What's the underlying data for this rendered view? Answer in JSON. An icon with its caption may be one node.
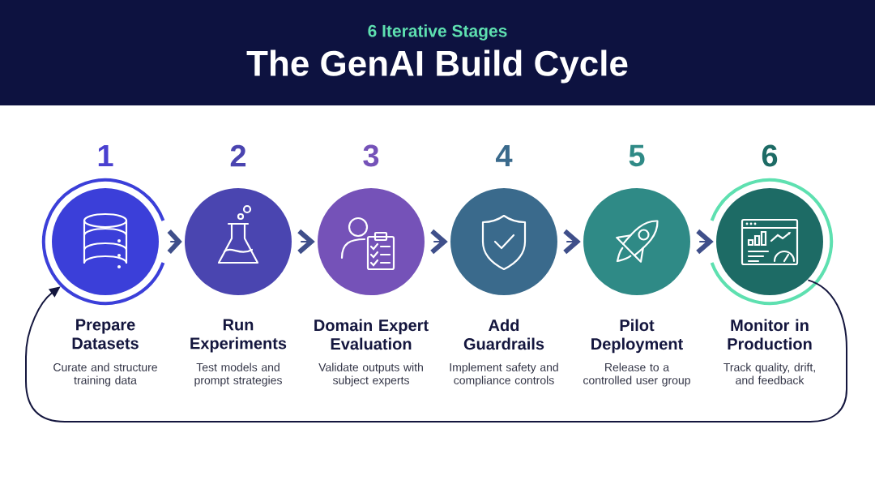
{
  "diagram": {
    "title": "The GenAI Build Cycle",
    "nodes": [
      {
        "text": [
          "1",
          "Prepare Datasets",
          "Curate and structure training data"
        ]
      },
      {
        "text": [
          "2",
          "Run Experiments",
          "Test models and prompt strategies"
        ]
      },
      {
        "text": [
          "3",
          "Domain Expert Evaluation",
          "Validate outputs with subject experts"
        ]
      },
      {
        "text": [
          "4",
          "Add Guardrails",
          "Implement safety and compliance controls"
        ]
      },
      {
        "text": [
          "5",
          "Pilot Deployment",
          "Release to a controlled user group"
        ]
      },
      {
        "text": [
          "6",
          "Monitor in Production",
          "Track quality, drift, and feedback"
        ]
      }
    ],
    "edges": [
      {
        "from": 0,
        "to": 1,
        "arrow": "to"
      },
      {
        "from": 1,
        "to": 2,
        "arrow": "to"
      },
      {
        "from": 2,
        "to": 3,
        "arrow": "to"
      },
      {
        "from": 3,
        "to": 4,
        "arrow": "to"
      },
      {
        "from": 4,
        "to": 5,
        "arrow": "to"
      },
      {
        "from": 5,
        "to": 0,
        "arrow": "to",
        "color": "#14163e"
      }
    ],
    "labels": [
      "6 Iterative Stages"
    ]
  }
}
